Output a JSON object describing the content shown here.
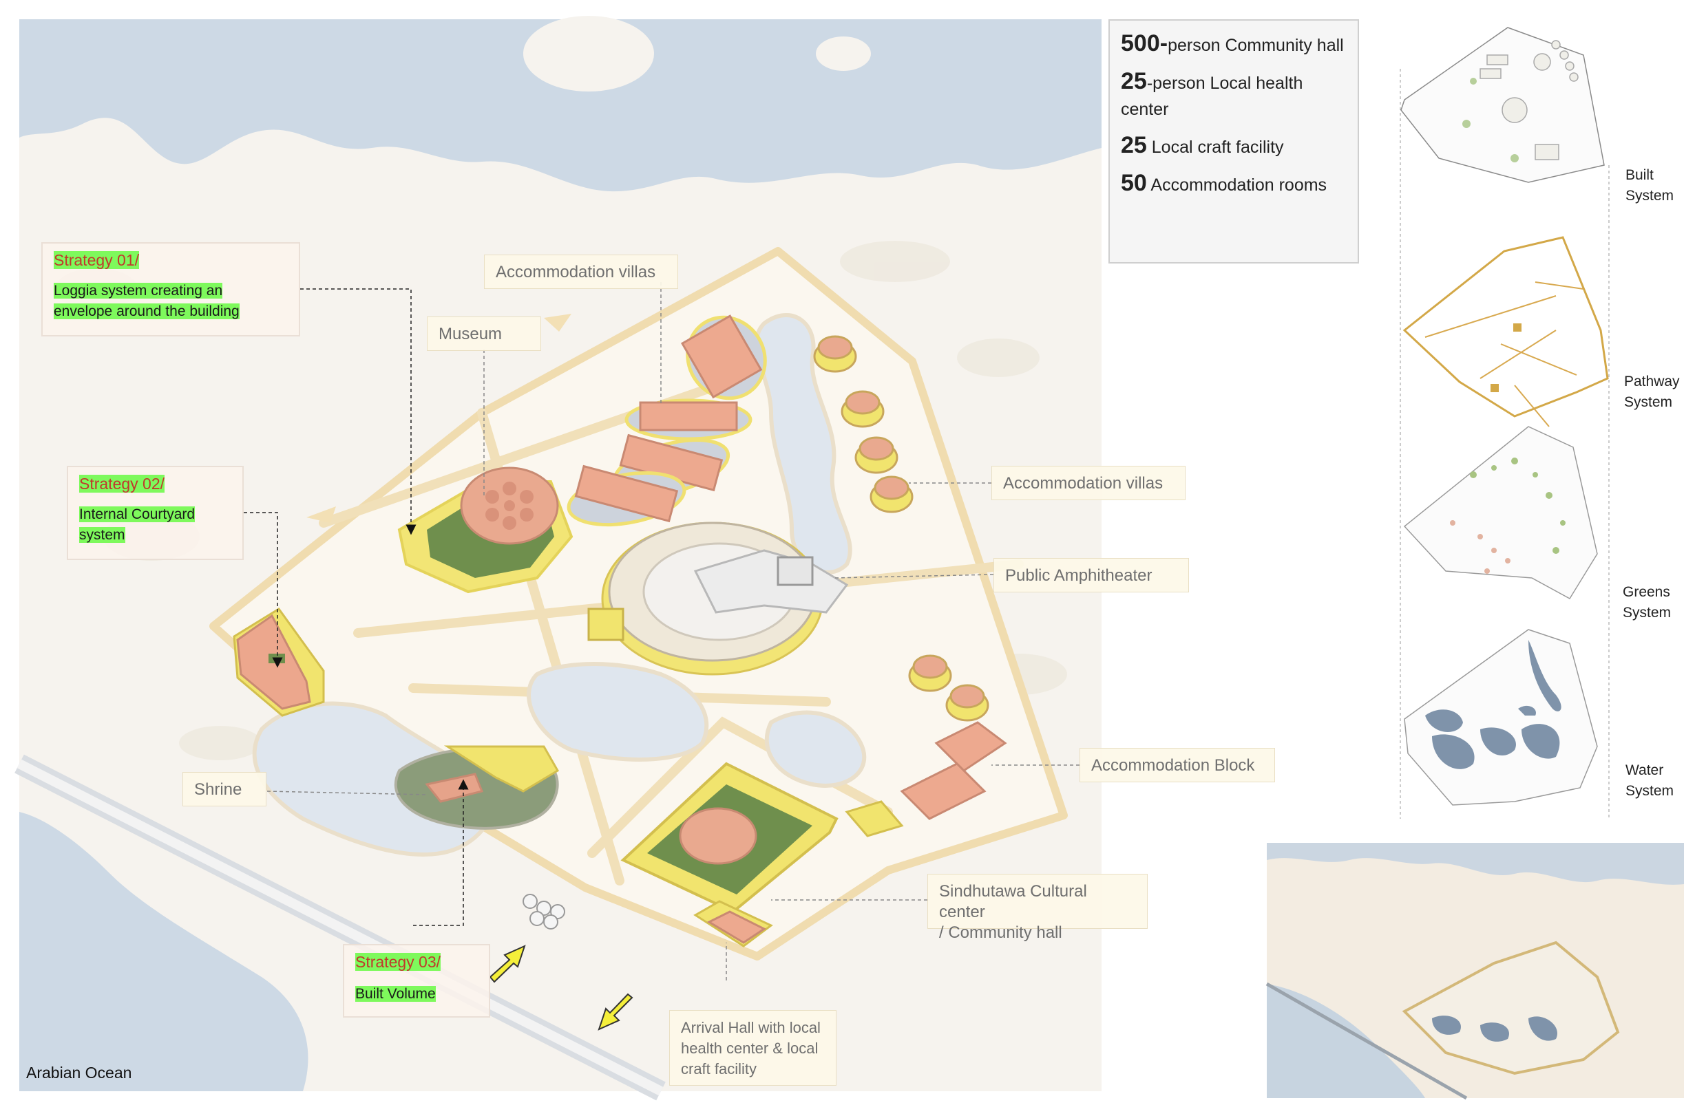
{
  "stats": {
    "items": [
      {
        "num": "500-",
        "text": "person Community hall"
      },
      {
        "num": "25",
        "text": "-person Local health center"
      },
      {
        "num": "25",
        "text": " Local craft facility"
      },
      {
        "num": "50",
        "text": " Accommodation rooms"
      }
    ]
  },
  "strategies": {
    "s1": {
      "title": "Strategy 01/",
      "line1": "Loggia system creating an",
      "line2": "envelope around the building"
    },
    "s2": {
      "title": "Strategy 02/",
      "line1": "Internal Courtyard",
      "line2": "system"
    },
    "s3": {
      "title": "Strategy 03/",
      "line1": "Built Volume"
    }
  },
  "labels": {
    "accommodation_villas_top": "Accommodation villas",
    "museum": "Museum",
    "accommodation_villas_right": "Accommodation villas",
    "public_amphitheater": "Public Amphitheater",
    "shrine": "Shrine",
    "accommodation_block": "Accommodation Block",
    "cultural_center_line1": "Sindhutawa Cultural center",
    "cultural_center_line2": "/ Community hall",
    "arrival_line1": "Arrival Hall with local",
    "arrival_line2": "health center & local",
    "arrival_line3": "craft facility",
    "ocean": "Arabian Ocean"
  },
  "systems": {
    "built": [
      "Built",
      "System"
    ],
    "pathway": [
      "Pathway",
      "System"
    ],
    "greens": [
      "Greens",
      "System"
    ],
    "water": [
      "Water",
      "System"
    ]
  },
  "colors": {
    "water": "#c9d6e3",
    "land": "#f5f1ea",
    "path": "#f2dfb4",
    "building": "#e8a98f",
    "loggia": "#f4ea7a",
    "green": "#7c9a5a",
    "highlight": "#7ef95c",
    "strategy_title": "#c0392b"
  },
  "icons": [
    "arrow-up-right-icon",
    "arrow-down-left-icon",
    "pointer-arrow-icon"
  ]
}
